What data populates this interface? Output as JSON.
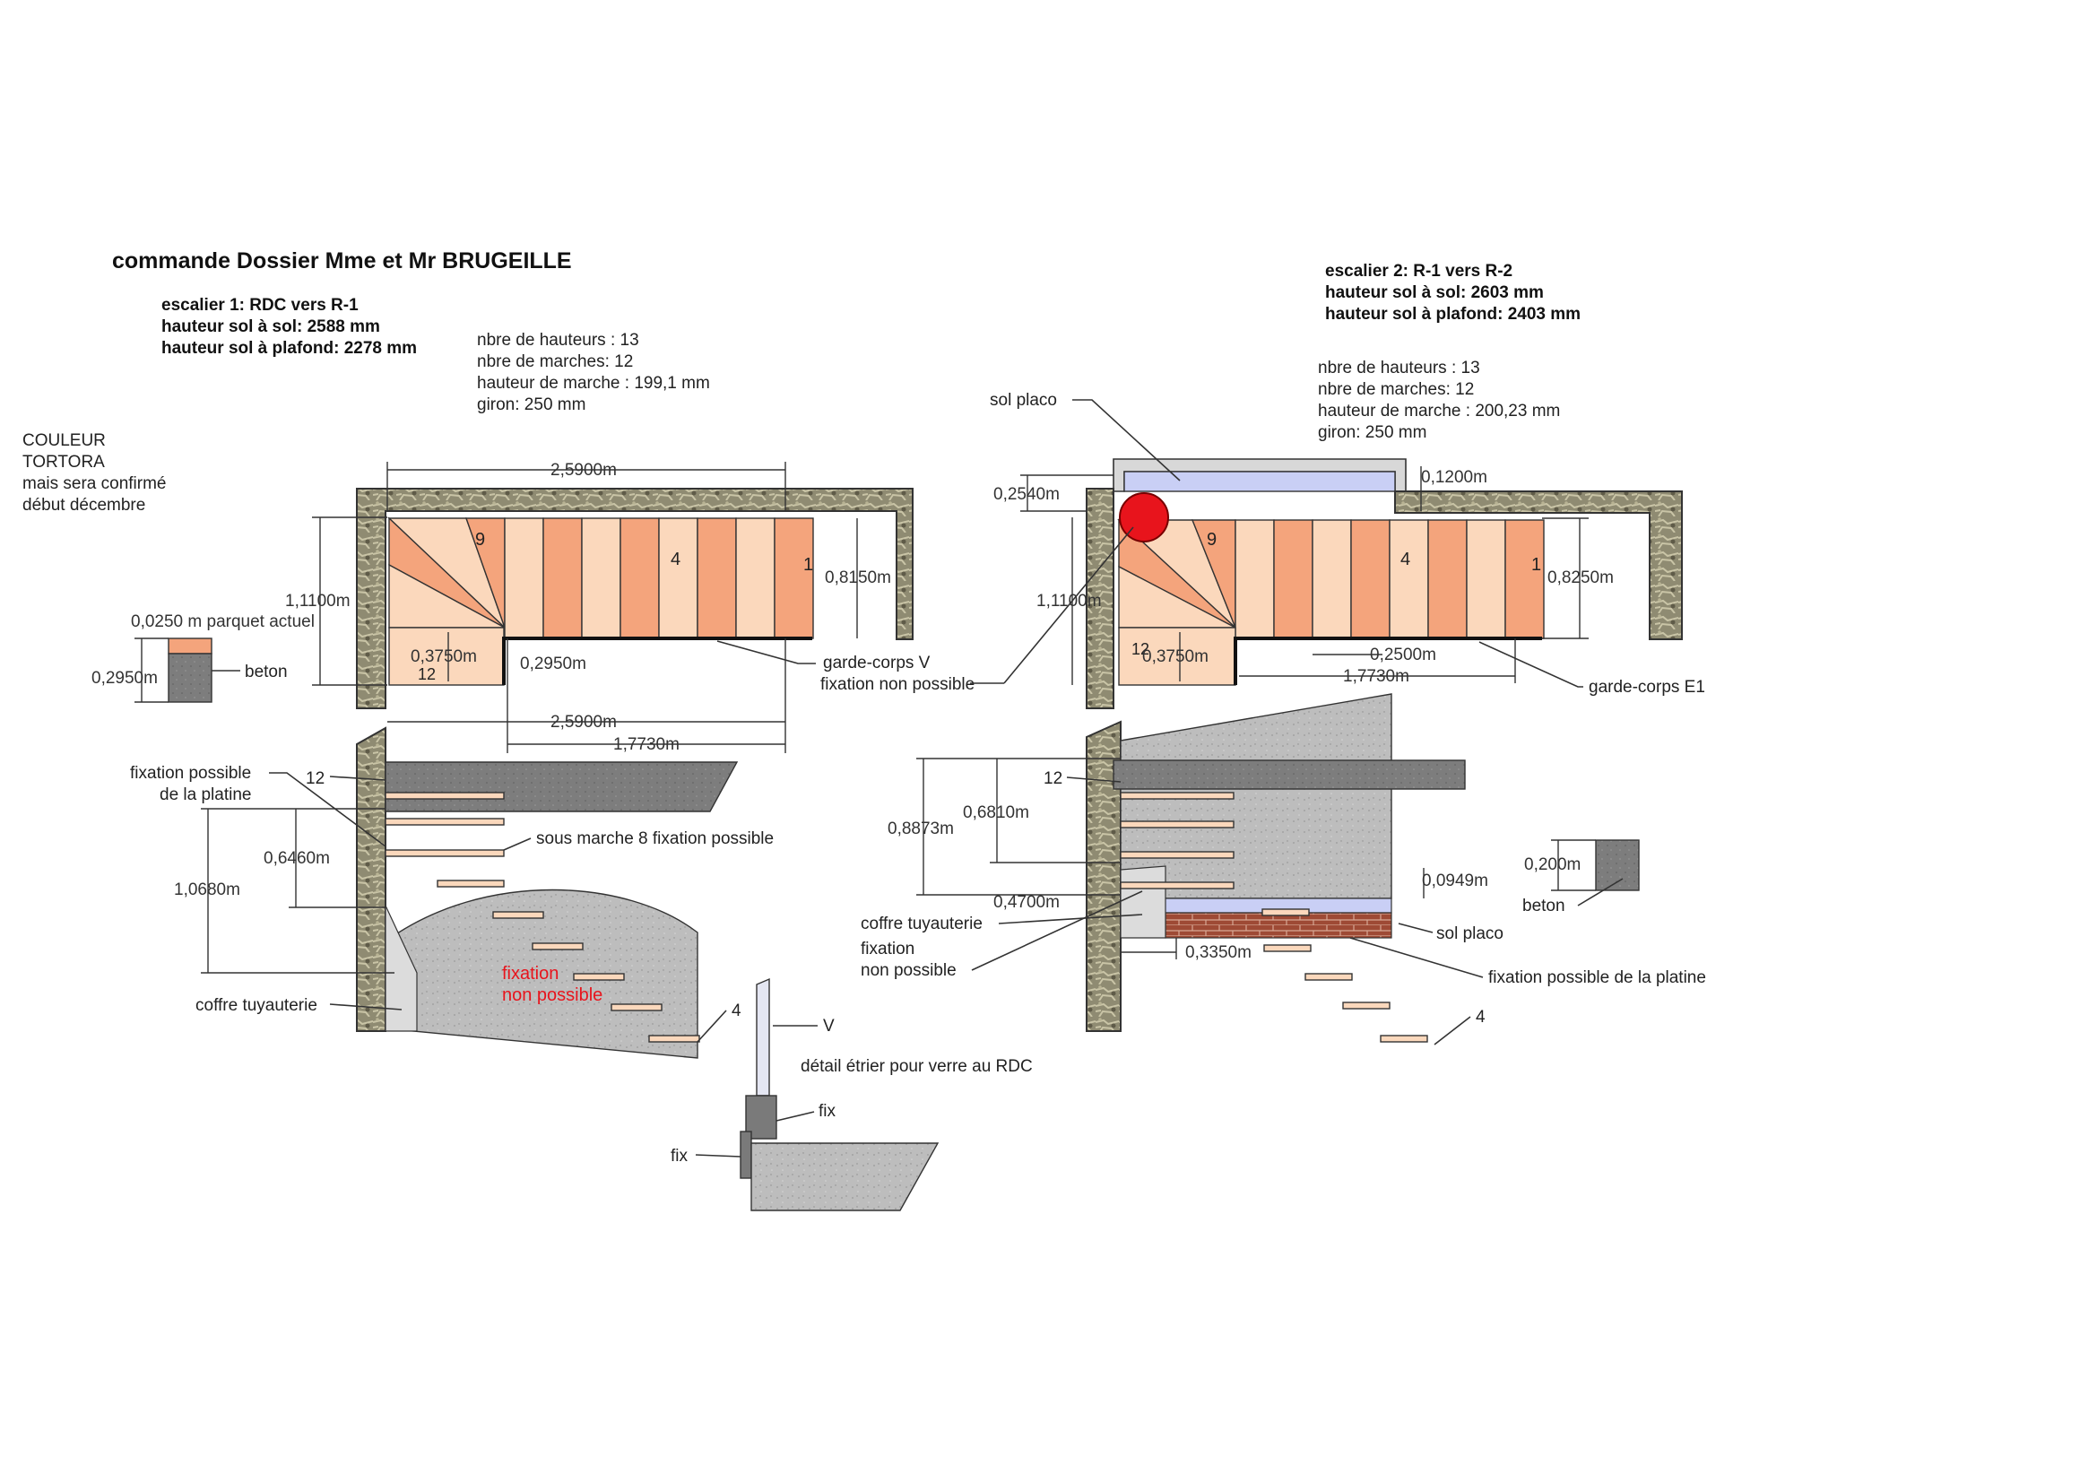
{
  "title": "commande Dossier Mme et Mr BRUGEILLE",
  "colour_note": [
    "COULEUR",
    "TORTORA",
    "mais sera confirmé",
    "début décembre"
  ],
  "stair1": {
    "header": [
      "escalier 1: RDC vers R-1",
      "hauteur sol à sol: 2588 mm",
      "hauteur sol à plafond: 2278 mm"
    ],
    "specs": [
      "nbre de hauteurs : 13",
      "nbre de marches: 12",
      "hauteur de marche : 199,1 mm",
      "giron: 250 mm"
    ],
    "step_numbers": {
      "n9": "9",
      "n4": "4",
      "n1": "1",
      "n12": "12"
    },
    "dims": {
      "top_width": "2,5900m",
      "left_height": "1,1100m",
      "right_height": "0,8150m",
      "landing": "0,3750m",
      "landing2": "0,2950m",
      "bottom_width": "2,5900m",
      "bottom_width2": "1,7730m",
      "parquet": "0,0250 m parquet actuel",
      "beton_height": "0,2950m",
      "elev_h1": "0,6460m",
      "elev_h2": "1,0680m"
    },
    "labels": {
      "beton": "beton",
      "garde_corps": "garde-corps V",
      "fixation_non_possible": "fixation non possible",
      "fixation_possible": "fixation possible",
      "de_la_platine": "de la platine",
      "step12": "12",
      "sous_marche": "sous marche 8 fixation possible",
      "fixation_red": "fixation",
      "non_possible_red": "non possible",
      "coffre": "coffre tuyauterie",
      "step4": "4"
    }
  },
  "detail": {
    "v": "V",
    "caption": "détail étrier  pour verre au RDC",
    "fix1": "fix",
    "fix2": "fix"
  },
  "stair2": {
    "header": [
      "escalier 2: R-1 vers R-2",
      "hauteur sol à sol: 2603 mm",
      "hauteur sol à plafond: 2403 mm"
    ],
    "specs": [
      "nbre de hauteurs : 13",
      "nbre de marches: 12",
      "hauteur de marche : 200,23 mm",
      "giron: 250 mm"
    ],
    "step_numbers": {
      "n9": "9",
      "n4": "4",
      "n1": "1",
      "n12": "12"
    },
    "dims": {
      "top_offset": "0,2540m",
      "top_right": "0,1200m",
      "left_height": "1,1100m",
      "right_height": "0,8250m",
      "landing": "0,3750m",
      "bottom_a": "0,2500m",
      "bottom_b": "1,7730m",
      "elev_h1": "0,8873m",
      "elev_h2": "0,6810m",
      "elev_h3": "0,4700m",
      "elev_h4": "0,0949m",
      "elev_w": "0,3350m",
      "beton_size": "0,200m"
    },
    "labels": {
      "sol_placo_top": "sol placo",
      "garde_corps": "garde-corps E1",
      "step12": "12",
      "coffre": "coffre tuyauterie",
      "fixation": "fixation",
      "non_possible": "non possible",
      "sol_placo": "sol placo",
      "fixation_possible": "fixation possible de la platine",
      "beton": "beton",
      "step4": "4"
    }
  },
  "colors": {
    "stone": "#8f8b72",
    "step_dark": "#f4a47c",
    "step_light": "#fbd8bc",
    "concrete": "#b9b9b9",
    "red_marker": "#e8141c",
    "placo": "#c9cff5",
    "brick": "#9e4a35"
  }
}
